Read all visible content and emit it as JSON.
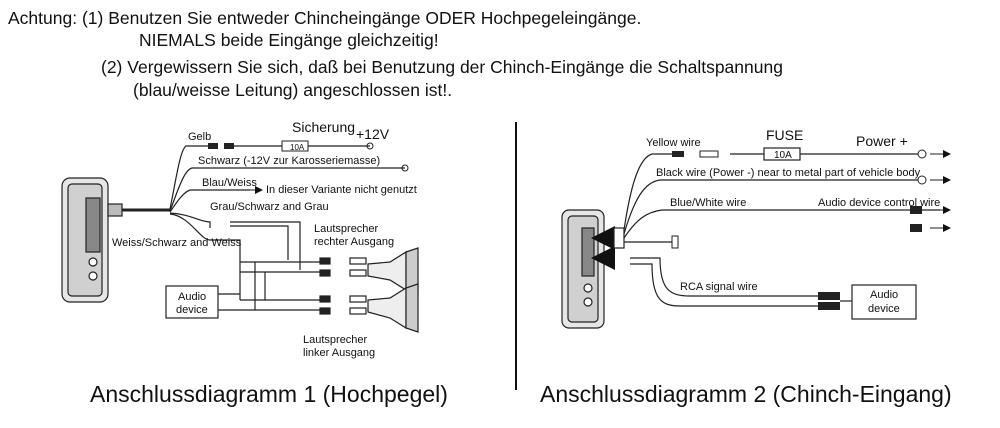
{
  "warning": {
    "line1": "Achtung: (1) Benutzen Sie entweder Chincheingänge ODER Hochpegeleingänge.",
    "line2": "NIEMALS beide Eingänge gleichzeitig!",
    "line3": "(2) Vergewissern Sie sich, daß bei Benutzung der Chinch-Eingänge die Schaltspannung",
    "line4": "(blau/weisse Leitung) angeschlossen ist!."
  },
  "diagram1": {
    "caption": "Anschlussdiagramm 1 (Hochpegel)",
    "label_gelb": "Gelb",
    "label_sicherung": "Sicherung",
    "label_plus12v": "+12V",
    "label_fuse_value": "10A",
    "label_schwarz": "Schwarz (-12V zur Karosseriemasse)",
    "label_blau": "Blau/Weiss",
    "label_blau_note": "In dieser Variante nicht genutzt",
    "label_grau": "Grau/Schwarz and Grau",
    "label_weiss": "Weiss/Schwarz and Weiss",
    "label_lr_line1": "Lautsprecher",
    "label_lr_line2": "rechter Ausgang",
    "label_ll_line1": "Lautsprecher",
    "label_ll_line2": "linker Ausgang",
    "label_audio_line1": "Audio",
    "label_audio_line2": "device"
  },
  "diagram2": {
    "caption": "Anschlussdiagramm 2 (Chinch-Eingang)",
    "label_yellow": "Yellow wire",
    "label_fuse": "FUSE",
    "label_fuse_value": "10A",
    "label_power_plus": "Power +",
    "label_black": "Black wire (Power -) near to metal part of vehicle body",
    "label_bluewhite": "Blue/White wire",
    "label_control": "Audio device control wire",
    "label_rca": "RCA signal wire",
    "label_audio_line1": "Audio",
    "label_audio_line2": "device"
  }
}
